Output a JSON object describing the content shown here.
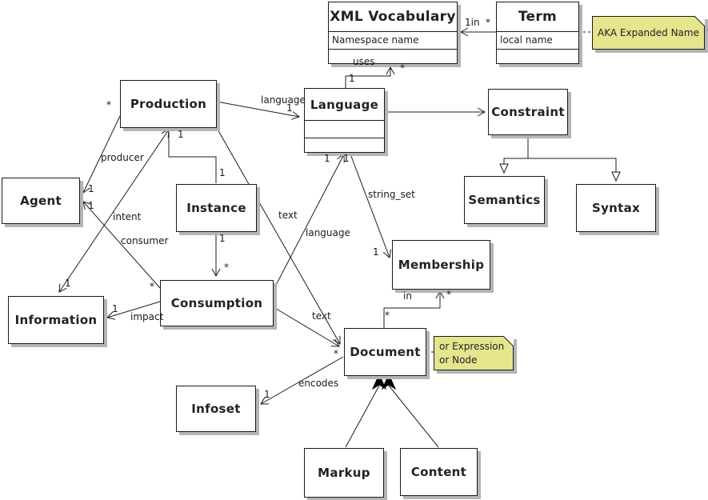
{
  "classes": {
    "xml_vocabulary": {
      "name": "XML Vocabulary",
      "attribute": "Namespace name"
    },
    "term": {
      "name": "Term",
      "attribute": "local name"
    },
    "language": {
      "name": "Language"
    },
    "production": {
      "name": "Production"
    },
    "constraint": {
      "name": "Constraint"
    },
    "agent": {
      "name": "Agent"
    },
    "instance": {
      "name": "Instance"
    },
    "semantics": {
      "name": "Semantics"
    },
    "syntax": {
      "name": "Syntax"
    },
    "membership": {
      "name": "Membership"
    },
    "consumption": {
      "name": "Consumption"
    },
    "information": {
      "name": "Information"
    },
    "document": {
      "name": "Document"
    },
    "infoset": {
      "name": "Infoset"
    },
    "markup": {
      "name": "Markup"
    },
    "content": {
      "name": "Content"
    }
  },
  "notes": {
    "term_note": "AKA Expanded Name",
    "document_note": [
      "or Expression",
      "or Node"
    ]
  },
  "labels": {
    "term_in": "1in",
    "term_in_mult": "*",
    "uses": "uses",
    "uses_mult_language": "1",
    "uses_mult_vocab": "*",
    "production_language": "language",
    "production_language_mult": "1",
    "producer": "producer",
    "producer_mult_production": "*",
    "producer_mult_agent": "1",
    "consumer": "consumer",
    "consumer_mult_agent": "1",
    "consumer_mult_consumption": "*",
    "intent": "intent",
    "intent_mult_information": "1",
    "production_bottom_mult": "1",
    "instance_mult": "1",
    "instance_consumption_mult_top": "1",
    "instance_consumption_mult_bottom": "*",
    "impact": "impact",
    "impact_mult": "1",
    "consumption_language": "language",
    "consumption_language_mult": "1",
    "string_set": "string_set",
    "string_set_mult_language": "1",
    "string_set_mult_membership": "1",
    "text_production": "text",
    "text_consumption": "text",
    "in": "in",
    "in_mult_document": "*",
    "in_mult_membership": "*",
    "encodes": "encodes",
    "encodes_mult_document": "*",
    "encodes_mult_infoset": "1"
  },
  "colors": {
    "box_fill": "#ffffff",
    "note_fill": "#e5e58d",
    "line": "#1c1c1c",
    "shadow": "#b4b4b4"
  }
}
